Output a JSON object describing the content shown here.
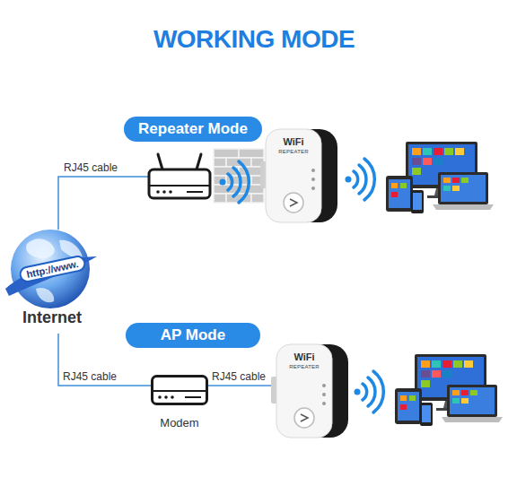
{
  "diagram": {
    "title": "WORKING MODE",
    "nodes": [
      {
        "text": [
          "Repeater Mode"
        ]
      },
      {
        "text": [
          "WiFi",
          "REPEATER"
        ]
      },
      {
        "text": [
          "http://www.",
          "Internet"
        ]
      },
      {
        "text": [
          "AP Mode"
        ]
      },
      {
        "text": [
          "Modem"
        ]
      },
      {
        "text": [
          "WiFi",
          "REPEATER"
        ]
      }
    ],
    "edges": [
      {
        "from": 2,
        "to": 4,
        "arrow": "none",
        "label": "RJ45 cable"
      },
      {
        "from": 4,
        "to": 5,
        "arrow": "none",
        "label": "RJ45 cable"
      }
    ],
    "labels": [
      "RJ45 cable"
    ]
  }
}
